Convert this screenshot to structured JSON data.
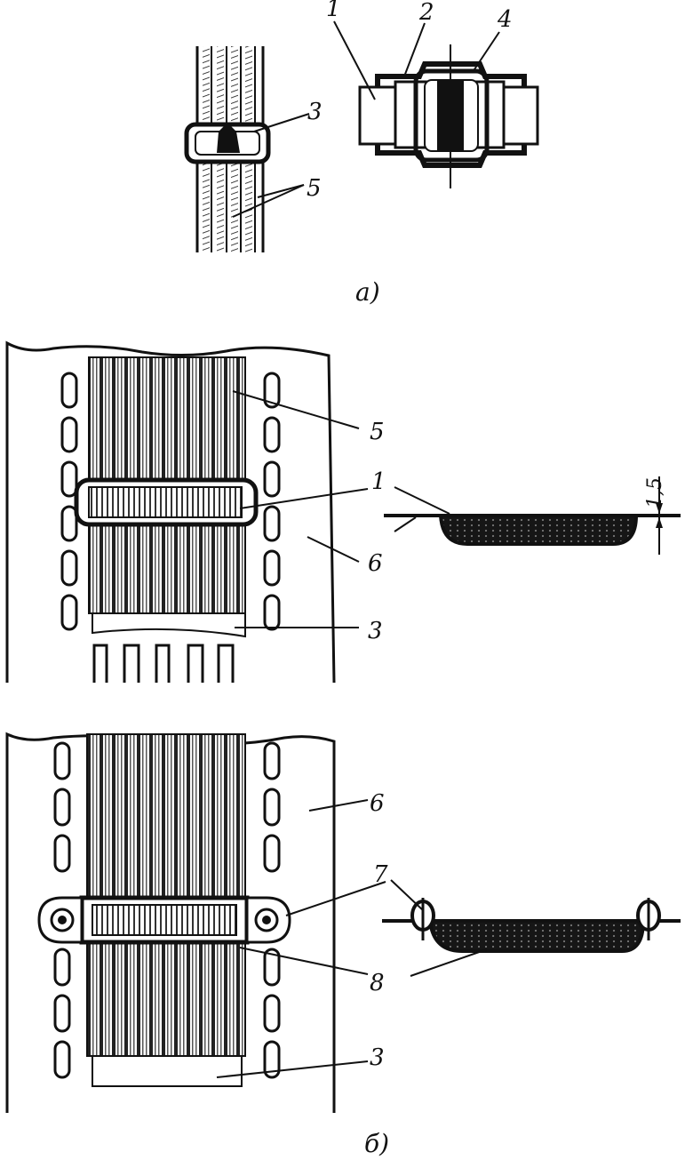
{
  "figure": {
    "captions": {
      "a": "а)",
      "b": "б)"
    },
    "labels": {
      "a_top": {
        "one": "1",
        "two": "2",
        "four": "4",
        "three": "3",
        "five": "5"
      },
      "b_upper": {
        "five": "5",
        "one": "1",
        "six": "6",
        "three": "3",
        "dimension": "1,5"
      },
      "b_lower": {
        "six": "6",
        "seven": "7",
        "eight": "8",
        "three": "3"
      }
    }
  }
}
